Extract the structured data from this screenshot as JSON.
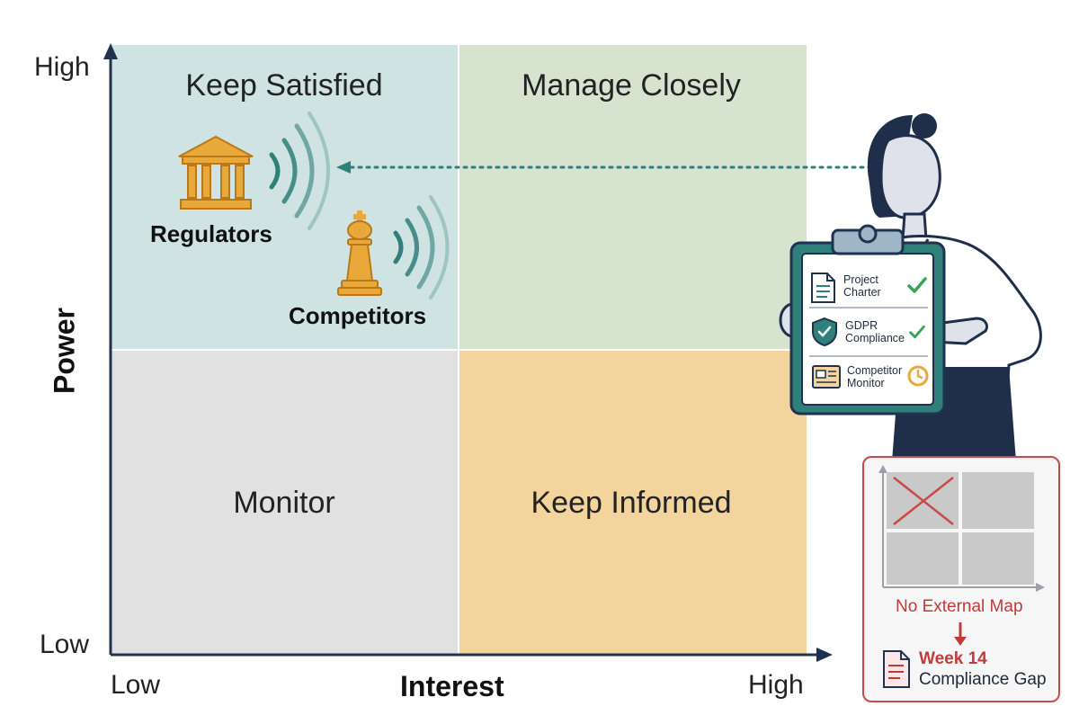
{
  "matrix": {
    "quadrants": {
      "top_left": "Keep Satisfied",
      "top_right": "Manage Closely",
      "bottom_left": "Monitor",
      "bottom_right": "Keep Informed"
    },
    "y_axis": {
      "title": "Power",
      "high": "High",
      "low": "Low"
    },
    "x_axis": {
      "title": "Interest",
      "low": "Low",
      "high": "High"
    }
  },
  "stakeholders": [
    {
      "label": "Regulators",
      "icon": "building-columns-icon"
    },
    {
      "label": "Competitors",
      "icon": "chess-king-icon"
    }
  ],
  "clipboard": {
    "items": [
      {
        "line1": "Project",
        "line2": "Charter",
        "status": "check-icon"
      },
      {
        "line1": "GDPR",
        "line2": "Compliance",
        "status": "check-icon"
      },
      {
        "line1": "Competitor",
        "line2": "Monitor",
        "status": "clock-icon"
      }
    ]
  },
  "gap_panel": {
    "caption": "No External Map",
    "week": "Week 14",
    "subtitle": "Compliance Gap"
  },
  "colors": {
    "keep_satisfied": "#cfe3e3",
    "manage_closely": "#d5e3cf",
    "monitor": "#e1e1e1",
    "keep_informed": "#f3d49d",
    "axis": "#1f3350",
    "teal": "#2f7f7a",
    "gold": "#e9a93a",
    "alert_red": "#c23b3b"
  }
}
